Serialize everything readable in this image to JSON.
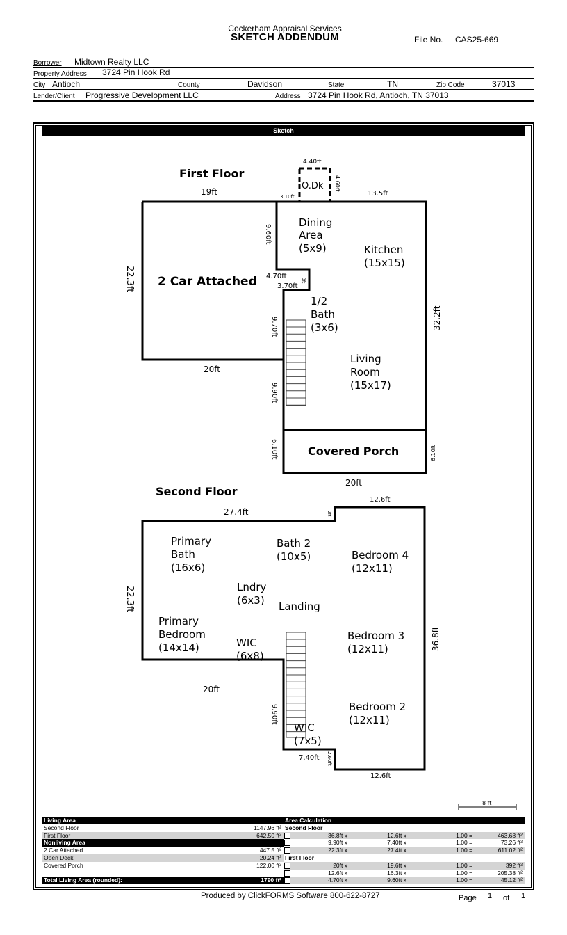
{
  "header": {
    "company": "Cockerham Appraisal Services",
    "title": "SKETCH ADDENDUM",
    "file_no_label": "File No.",
    "file_no": "CAS25-669"
  },
  "fields": {
    "borrower_label": "Borrower",
    "borrower": "Midtown Realty LLC",
    "property_address_label": "Property Address",
    "property_address": "3724 Pin Hook Rd",
    "city_label": "City",
    "city": "Antioch",
    "county_label": "County",
    "county": "Davidson",
    "state_label": "State",
    "state": "TN",
    "zip_label": "Zip Code",
    "zip": "37013",
    "lender_label": "Lender/Client",
    "lender": "Progressive Development LLC",
    "address_label": "Address",
    "address": "3724 Pin Hook Rd, Antioch, TN 37013"
  },
  "sketch": {
    "title": "Sketch",
    "scale": "8 ft",
    "first_floor": {
      "title": "First Floor",
      "dims": {
        "top_left": "19ft",
        "odk_top": "4.40ft",
        "odk_side": "4.60ft",
        "odk_offset": "3.10ft",
        "top_right": "13.5ft",
        "garage_side": "22.3ft",
        "dining_side": "9.60ft",
        "step_a": "4.70ft",
        "step_b": "3.70ft",
        "step_c": "3ft",
        "bath_side": "9.70ft",
        "garage_bottom": "20ft",
        "stair_side": "9.90ft",
        "right_side": "32.2ft",
        "porch_left": "6.10ft",
        "porch_right": "6.10ft",
        "bottom": "20ft"
      },
      "rooms": {
        "odk": "O.Dk",
        "garage": "2 Car Attached",
        "dining": [
          "Dining",
          "Area",
          "(5x9)"
        ],
        "kitchen": [
          "Kitchen",
          "(15x15)"
        ],
        "bath": [
          "1/2",
          "Bath",
          "(3x6)"
        ],
        "living": [
          "Living",
          "Room",
          "(15x17)"
        ],
        "porch": "Covered Porch"
      }
    },
    "second_floor": {
      "title": "Second Floor",
      "dims": {
        "top_left": "27.4ft",
        "step": "2ft",
        "top_right": "12.6ft",
        "left_side": "22.3ft",
        "right_side": "36.8ft",
        "mid_bottom": "20ft",
        "stair_side": "9.90ft",
        "wic_bottom": "7.40ft",
        "wic_step": "2.60ft",
        "bottom": "12.6ft"
      },
      "rooms": {
        "primary_bath": [
          "Primary",
          "Bath",
          "(16x6)"
        ],
        "bath2": [
          "Bath 2",
          "(10x5)"
        ],
        "bed4": [
          "Bedroom 4",
          "(12x11)"
        ],
        "laundry": [
          "Lndry",
          "(6x3)"
        ],
        "landing": "Landing",
        "primary_bed": [
          "Primary",
          "Bedroom",
          "(14x14)"
        ],
        "wic1": [
          "WIC",
          "(6x8)"
        ],
        "bed3": [
          "Bedroom 3",
          "(12x11)"
        ],
        "bed2": [
          "Bedroom 2",
          "(12x11)"
        ],
        "wic2": [
          "WIC",
          "(7x5)"
        ]
      }
    }
  },
  "summary": {
    "living_header": "Living Area",
    "living": [
      {
        "name": "Second Floor",
        "area": "1147.96 ft²"
      },
      {
        "name": "First Floor",
        "area": "642.50 ft²"
      }
    ],
    "nonliving_header": "Nonliving Area",
    "nonliving": [
      {
        "name": "2 Car Attached",
        "area": "447.5 ft²"
      },
      {
        "name": "Open Deck",
        "area": "20.24 ft²"
      },
      {
        "name": "Covered Porch",
        "area": "122.00 ft²"
      }
    ],
    "total_label": "Total Living Area (rounded):",
    "total": "1790 ft²"
  },
  "calc": {
    "header": "Area Calculation",
    "groups": [
      {
        "name": "Second Floor",
        "rows": [
          [
            "36.8ft x",
            "12.6ft x",
            "1.00 =",
            "463.68 ft²"
          ],
          [
            "9.90ft x",
            "7.40ft x",
            "1.00 =",
            "73.26 ft²"
          ],
          [
            "22.3ft x",
            "27.4ft x",
            "1.00 =",
            "611.02 ft²"
          ]
        ]
      },
      {
        "name": "First Floor",
        "rows": [
          [
            "20ft x",
            "19.6ft x",
            "1.00 =",
            "392 ft²"
          ],
          [
            "12.6ft x",
            "16.3ft x",
            "1.00 =",
            "205.38 ft²"
          ],
          [
            "4.70ft x",
            "9.60ft x",
            "1.00 =",
            "45.12 ft²"
          ]
        ]
      }
    ]
  },
  "footer": {
    "produced": "Produced by ClickFORMS Software 800-622-8727",
    "page_label": "Page",
    "page": "1",
    "of_label": "of",
    "pages": "1"
  }
}
